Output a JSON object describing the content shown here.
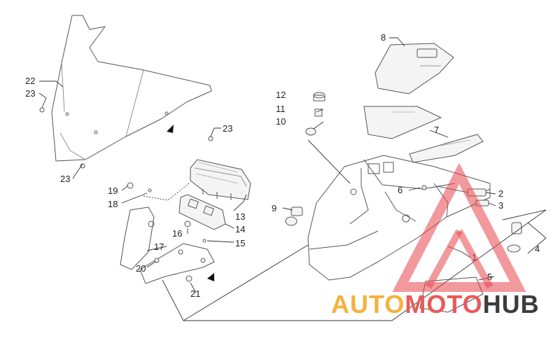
{
  "callouts": {
    "c1": "1",
    "c2": "2",
    "c3": "3",
    "c4": "4",
    "c5": "5",
    "c6": "6",
    "c7": "7",
    "c8": "8",
    "c9": "9",
    "c10": "10",
    "c11": "11",
    "c12": "12",
    "c13": "13",
    "c14": "14",
    "c15": "15",
    "c16": "16",
    "c17": "17",
    "c18": "18",
    "c19": "19",
    "c20": "20",
    "c21": "21",
    "c22": "22",
    "c23a": "23",
    "c23b": "23",
    "c23c": "23"
  },
  "watermark": {
    "part_a": "AUTO",
    "part_b": "MOTO",
    "part_c": "HUB"
  },
  "colors": {
    "watermark_red": "#e8464f",
    "watermark_orange": "#f4b23d",
    "watermark_dark": "#3c3c3c"
  }
}
